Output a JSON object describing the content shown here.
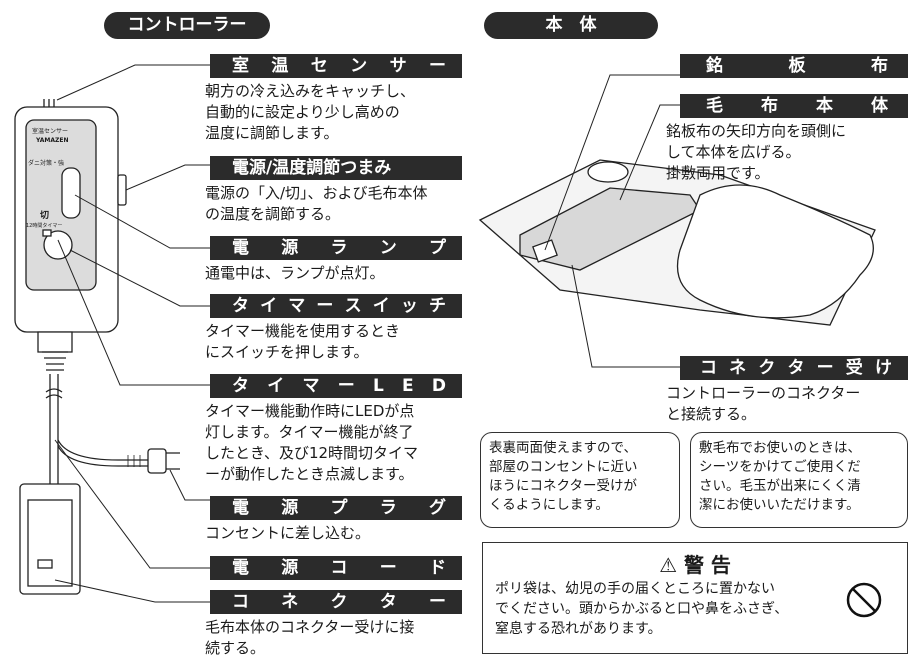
{
  "left_title": "コントローラー",
  "right_title": "本　体",
  "labels": {
    "room_sensor": [
      "室",
      "温",
      "セ",
      "ン",
      "サ",
      "ー"
    ],
    "power_knob": "電源/温度調節つまみ",
    "power_lamp": [
      "電",
      "源",
      "ラ",
      "ン",
      "プ"
    ],
    "timer_switch": [
      "タ",
      "イ",
      "マ",
      "ー",
      "ス",
      "イ",
      "ッ",
      "チ"
    ],
    "timer_led": [
      "タ",
      "イ",
      "マ",
      "ー",
      "L",
      "E",
      "D"
    ],
    "power_plug": [
      "電",
      "源",
      "プ",
      "ラ",
      "グ"
    ],
    "power_cord": [
      "電",
      "源",
      "コ",
      "ー",
      "ド"
    ],
    "connector": [
      "コ",
      "ネ",
      "ク",
      "タ",
      "ー"
    ],
    "nameplate": [
      "銘",
      "板",
      "布"
    ],
    "blanket_body": [
      "毛",
      "布",
      "本",
      "体"
    ],
    "connector_receiver": [
      "コ",
      "ネ",
      "ク",
      "タ",
      "ー",
      "受",
      "け"
    ]
  },
  "descriptions": {
    "room_sensor": [
      "朝方の冷え込みをキャッチし、",
      "自動的に設定より少し高めの",
      "温度に調節します。"
    ],
    "power_knob": [
      "電源の「入/切」、および毛布本体",
      "の温度を調節する。"
    ],
    "power_lamp": [
      "通電中は、ランプが点灯。"
    ],
    "timer_switch": [
      "タイマー機能を使用するとき",
      "にスイッチを押します。"
    ],
    "timer_led": [
      "タイマー機能動作時にLEDが点",
      "灯します。タイマー機能が終了",
      "したとき、及び12時間切タイマ",
      "ーが動作したとき点滅します。"
    ],
    "power_plug": [
      "コンセントに差し込む。"
    ],
    "connector": [
      "毛布本体のコネクター受けに接",
      "続する。"
    ],
    "blanket_body": [
      "銘板布の矢印方向を頭側に",
      "して本体を広げる。",
      "掛敷両用です。"
    ],
    "connector_receiver": [
      "コントローラーのコネクター",
      "と接続する。"
    ]
  },
  "notes": {
    "left": [
      "表裏両面使えますので、",
      "部屋のコンセントに近い",
      "ほうにコネクター受けが",
      "くるようにします。"
    ],
    "right": [
      "敷毛布でお使いのときは、",
      "シーツをかけてご使用くだ",
      "さい。毛玉が出来にくく清",
      "潔にお使いいただけます。"
    ]
  },
  "warning": {
    "title": "警 告",
    "lines": [
      "ポリ袋は、幼児の手の届くところに置かない",
      "でください。頭からかぶると口や鼻をふさぎ、",
      "窒息する恐れがあります。"
    ]
  },
  "controller_face": {
    "sensor": "室温センサー",
    "brand": "YAMAZEN",
    "tick": "ダニ対策・強",
    "off": "切",
    "timer": "12時間タイマー"
  }
}
